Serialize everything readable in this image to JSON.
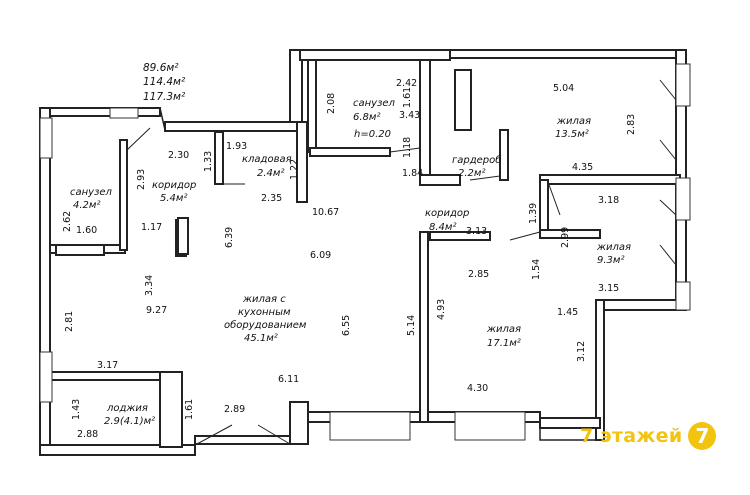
{
  "areas": {
    "line1": "89.6м²",
    "line2": "114.4м²",
    "line3": "117.3м²"
  },
  "rooms": {
    "bath1_name": "санузел",
    "bath1_area": "4.2м²",
    "bath2_name": "санузел",
    "bath2_area": "6.8м²",
    "bath2_h": "h=0.20",
    "corridor1_name": "коридор",
    "corridor1_area": "5.4м²",
    "pantry_name": "кладовая",
    "pantry_area": "2.4м²",
    "wardrobe_name": "гардероб",
    "wardrobe_area": "2.2м²",
    "corridor2_name": "коридор",
    "corridor2_area": "8.4м²",
    "living_kitchen_name1": "жилая с",
    "living_kitchen_name2": "кухонным",
    "living_kitchen_name3": "оборудованием",
    "living_kitchen_area": "45.1м²",
    "living1_name": "жилая",
    "living1_area": "13.5м²",
    "living2_name": "жилая",
    "living2_area": "9.3м²",
    "living3_name": "жилая",
    "living3_area": "17.1м²",
    "loggia_name": "лоджия",
    "loggia_area": "2.9(4.1)м²"
  },
  "dims": {
    "d230": "2.30",
    "d293": "2.93",
    "d262": "2.62",
    "d160": "1.60",
    "d117": "1.17",
    "d133": "1.33",
    "d193": "1.93",
    "d122": "1.22",
    "d235": "2.35",
    "d1067": "10.67",
    "d208": "2.08",
    "d242": "2.42",
    "d161a": "1.61",
    "d343": "3.43",
    "d118": "1.18",
    "d184": "1.84",
    "d504": "5.04",
    "d283": "2.83",
    "d435": "4.35",
    "d318": "3.18",
    "d139": "1.39",
    "d313": "3.13",
    "d299": "2.99",
    "d639": "6.39",
    "d609": "6.09",
    "d334": "3.34",
    "d927": "9.27",
    "d281": "2.81",
    "d285": "2.85",
    "d154": "1.54",
    "d315": "3.15",
    "d145": "1.45",
    "d655": "6.55",
    "d514": "5.14",
    "d493": "4.93",
    "d312": "3.12",
    "d317": "3.17",
    "d611": "6.11",
    "d143": "1.43",
    "d161b": "1.61",
    "d289": "2.89",
    "d288": "2.88",
    "d430": "4.30"
  },
  "brand": {
    "text": "7 этажей",
    "badge": "7",
    "color": "#f2c40f"
  }
}
